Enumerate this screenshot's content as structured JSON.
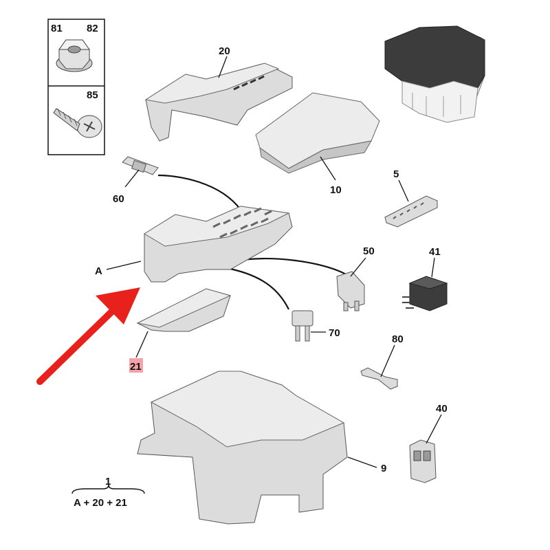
{
  "fastener_table": {
    "top_left": "81",
    "top_right": "82",
    "bottom_right": "85"
  },
  "callouts": {
    "p20": "20",
    "p10": "10",
    "p5": "5",
    "p60": "60",
    "pA": "A",
    "p50": "50",
    "p41": "41",
    "p70": "70",
    "p21": "21",
    "p80": "80",
    "p40": "40",
    "p9": "9"
  },
  "assembly": {
    "number": "1",
    "formula": "A + 20 + 21"
  },
  "colors": {
    "arrow": "#e8211d",
    "highlight": "#f4a3a8",
    "line": "#111111"
  },
  "icons": {
    "nut": "hex-flange-nut-icon",
    "screw": "self-tapping-screw-icon",
    "arrow": "red-pointer-arrow"
  }
}
